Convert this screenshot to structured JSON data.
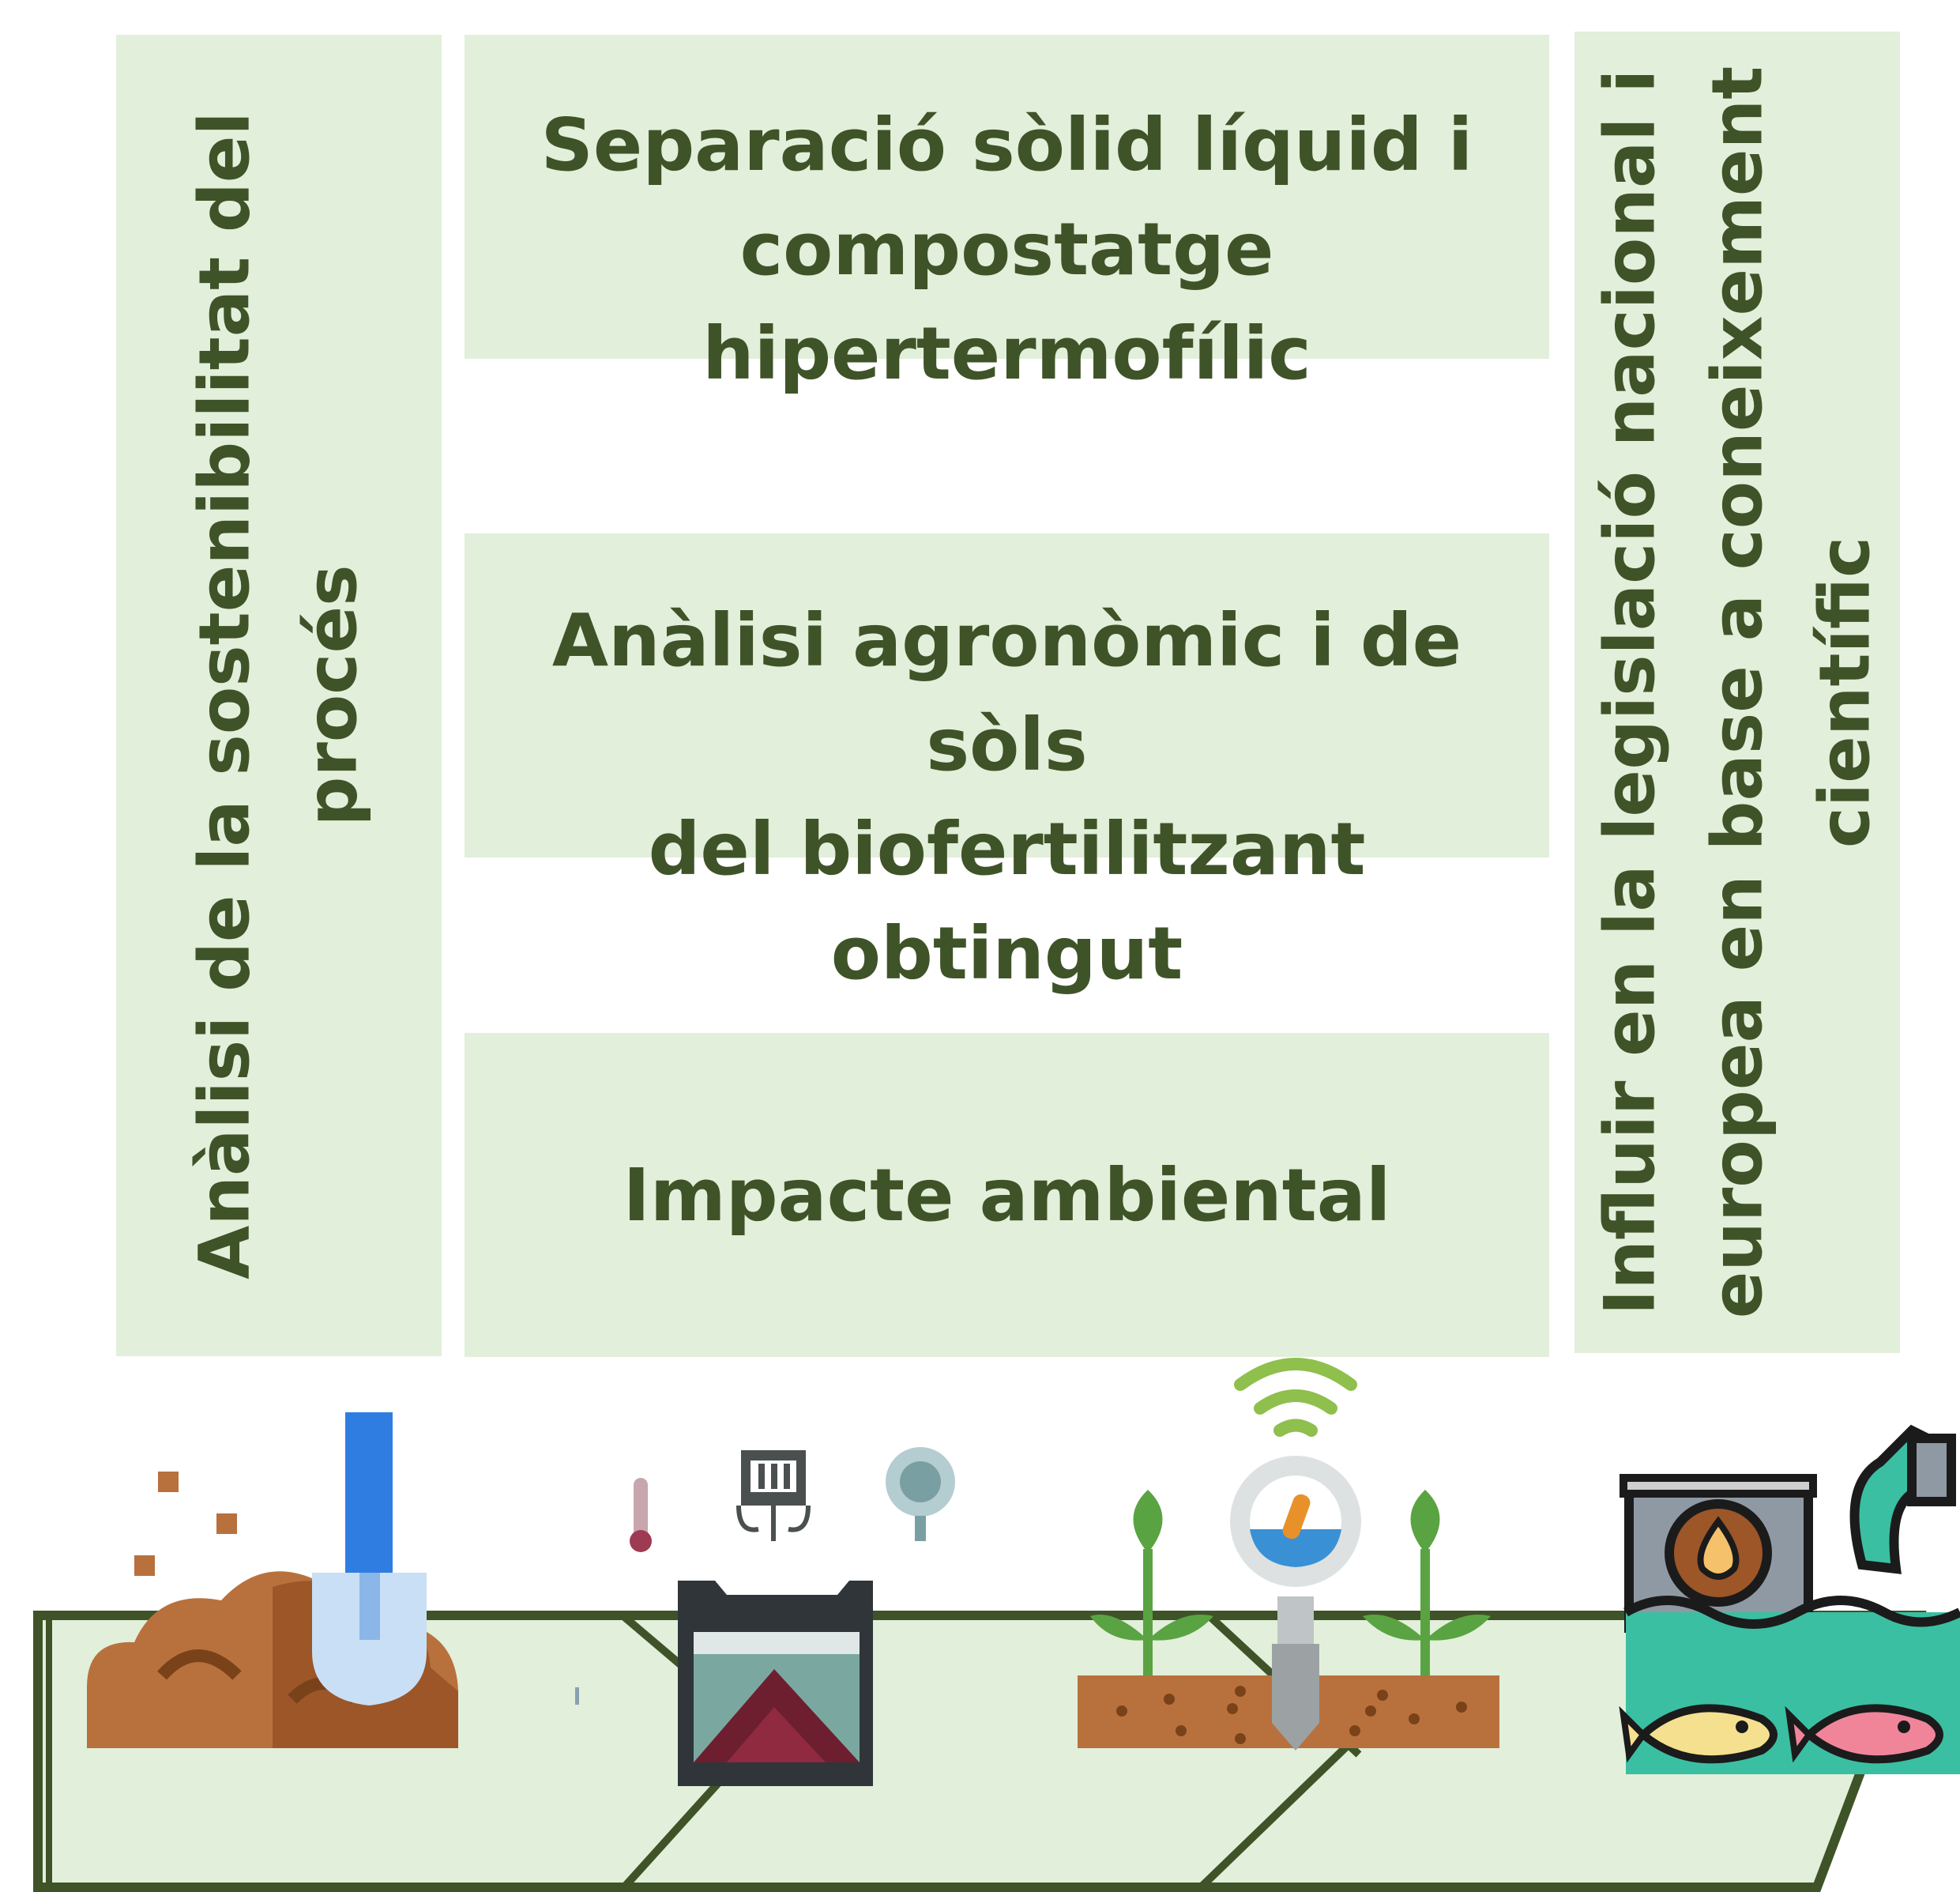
{
  "left_panel": {
    "lines": [
      "Anàlisi de la sostenibilitat del",
      "procés"
    ]
  },
  "steps": [
    {
      "lines": [
        "Separació sòlid líquid i",
        "compostatge hipertermofílic"
      ]
    },
    {
      "lines": [
        "Anàlisi agronòmic i de sòls",
        "del biofertilitzant obtingut"
      ]
    },
    {
      "lines": [
        "Impacte ambiental"
      ]
    }
  ],
  "right_panel": {
    "lines": [
      "Influir en la legislació nacional i",
      "europea en base a coneixement",
      "científic"
    ]
  },
  "icons": [
    "soil-shovel-icon",
    "lab-instruments-icon",
    "compost-reactor-icon",
    "soil-sensor-plants-icon",
    "water-pollution-fish-icon"
  ],
  "colors": {
    "box_fill": "#e2efda",
    "text": "#3f5328",
    "ground_fill": "#e2efda",
    "ground_line": "#3f5328"
  }
}
